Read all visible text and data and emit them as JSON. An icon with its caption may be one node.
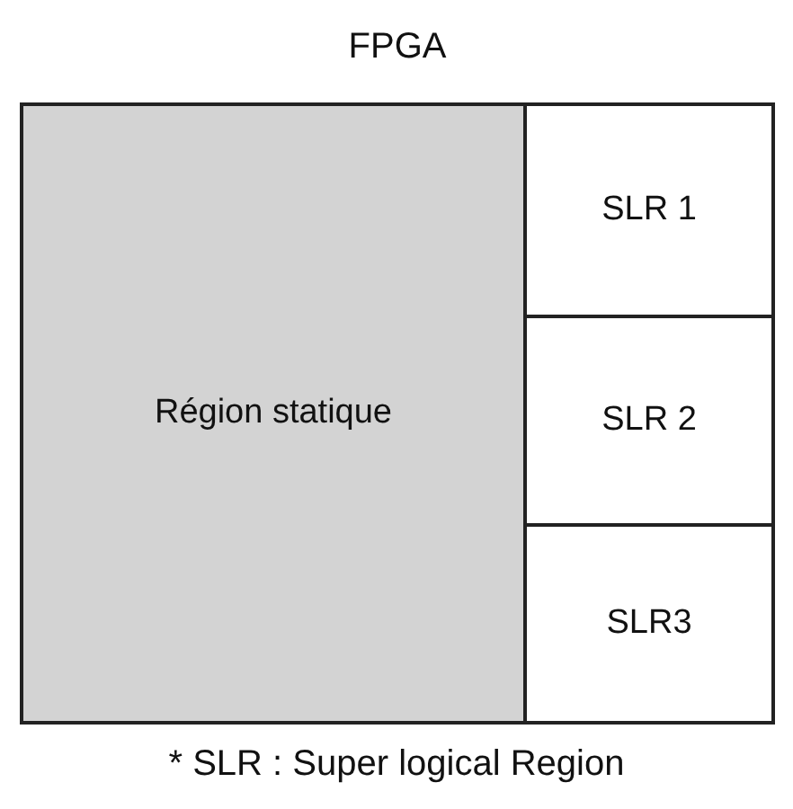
{
  "diagram": {
    "caption": "* SLR : Super logical Region",
    "nodes": [
      {
        "text": [
          "FPGA"
        ]
      },
      {
        "text": [
          "Région statique"
        ],
        "in": 0
      },
      {
        "text": [
          "SLR 1"
        ],
        "in": 0
      },
      {
        "text": [
          "SLR 2"
        ],
        "in": 0
      },
      {
        "text": [
          "SLR3"
        ],
        "in": 0
      }
    ]
  }
}
